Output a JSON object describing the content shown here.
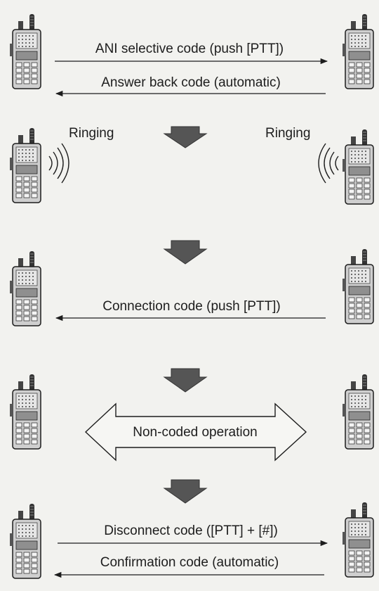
{
  "labels": {
    "ani_selective": "ANI selective code (push [PTT])",
    "answer_back": "Answer back code (automatic)",
    "ringing_left": "Ringing",
    "ringing_right": "Ringing",
    "connection": "Connection code (push [PTT])",
    "non_coded": "Non-coded operation",
    "disconnect": "Disconnect code ([PTT] + [#])",
    "confirmation": "Confirmation code (automatic)"
  },
  "colors": {
    "ink": "#1d1d1d",
    "arrow_fill": "#555555",
    "background": "#f2f2ef"
  }
}
